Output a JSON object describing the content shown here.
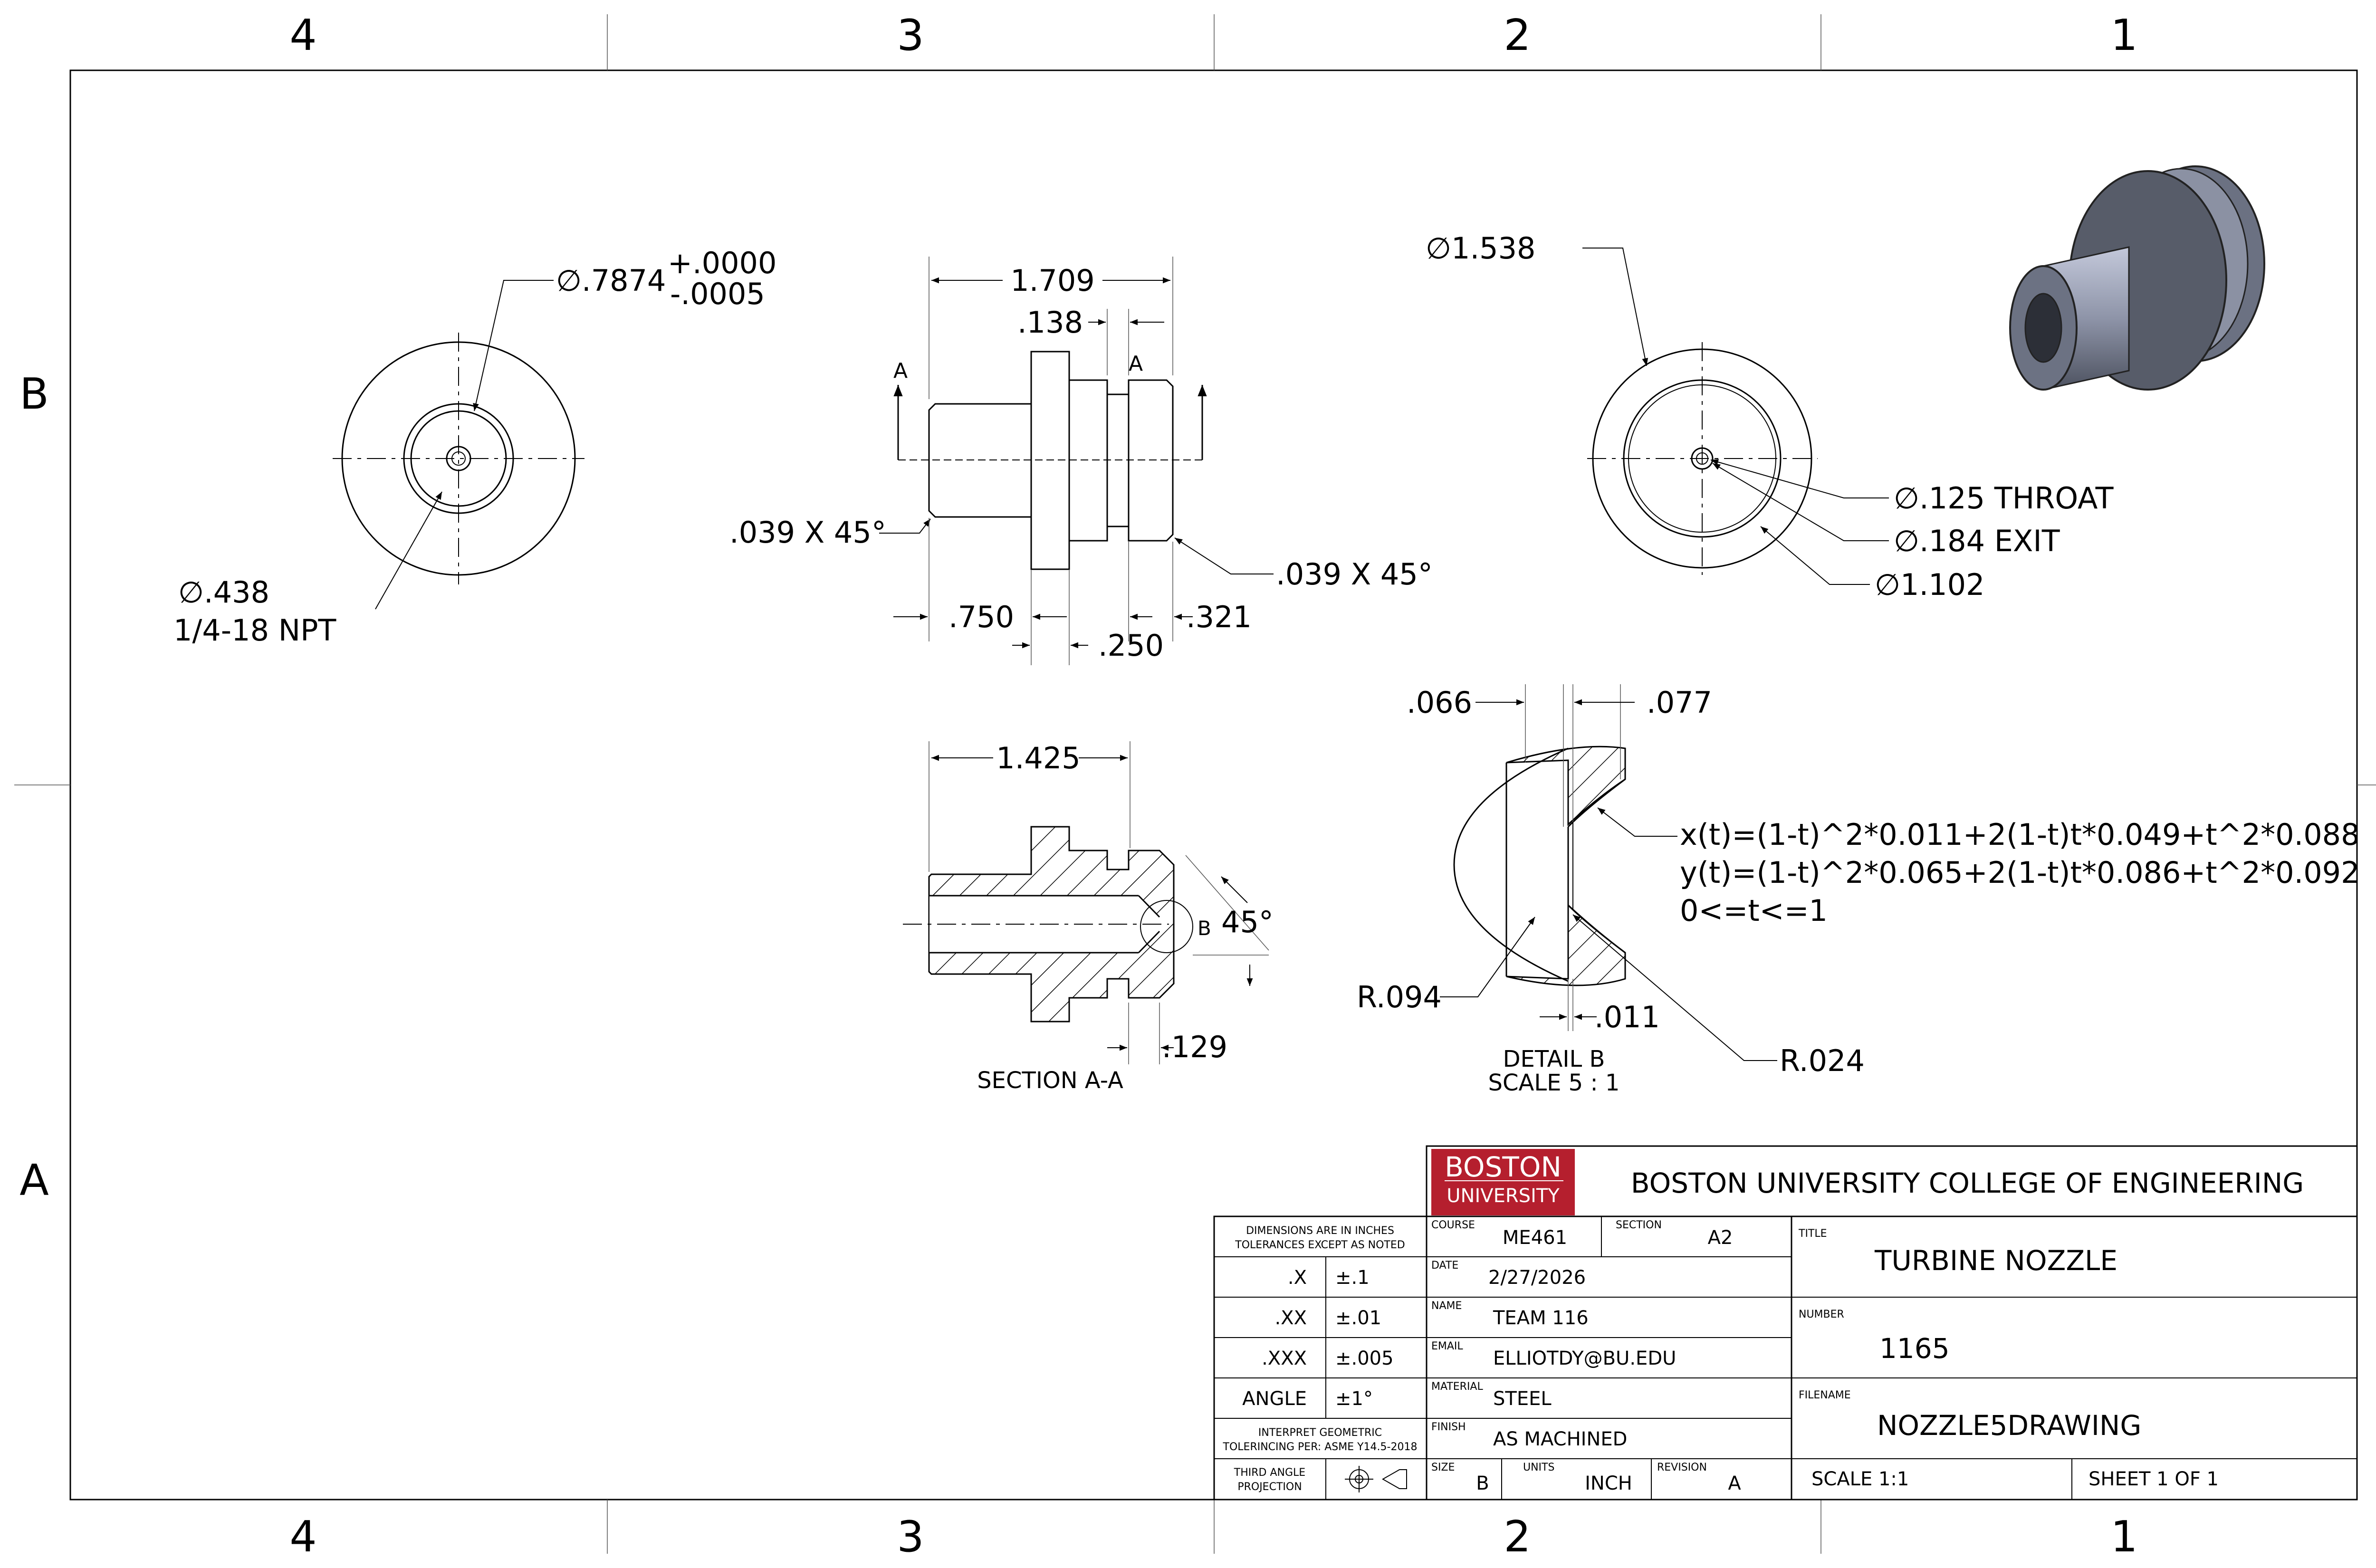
{
  "zones": {
    "columns": [
      "4",
      "3",
      "2",
      "1"
    ],
    "rows": [
      "B",
      "A"
    ]
  },
  "views": {
    "left_view": {
      "bore_dia": "∅.7874",
      "bore_tol_upper": "+.0000",
      "bore_tol_lower": "-.0005",
      "thread_dia": "∅.438",
      "thread_spec": "1/4-18 NPT"
    },
    "front_view": {
      "overall_length": "1.709",
      "groove_width": ".138",
      "section_label_left": "A",
      "section_label_right": "A",
      "chamfer_left": ".039 X 45°",
      "chamfer_right": ".039 X 45°",
      "inlet_length": ".750",
      "flange_width": ".250",
      "outlet_length": ".321"
    },
    "right_view": {
      "flange_dia": "∅1.538",
      "throat_dia": "∅.125 THROAT",
      "exit_dia": "∅.184 EXIT",
      "shoulder_dia": "∅1.102"
    },
    "section_view": {
      "length": "1.425",
      "angle": "45°",
      "depth": ".129",
      "detail_ref": "B",
      "caption": "SECTION A-A"
    },
    "detail_view": {
      "dim_left": ".066",
      "dim_right": ".077",
      "radius_inlet": "R.094",
      "land": ".011",
      "radius_exit": "R.024",
      "curve_x": "x(t)=(1-t)^2*0.011+2(1-t)t*0.049+t^2*0.088",
      "curve_y": "y(t)=(1-t)^2*0.065+2(1-t)t*0.086+t^2*0.092",
      "curve_range": "0<=t<=1",
      "caption": "DETAIL B",
      "scale": "SCALE 5 : 1"
    }
  },
  "title_block": {
    "logo_line1": "BOSTON",
    "logo_line2": "UNIVERSITY",
    "institution": "BOSTON UNIVERSITY COLLEGE OF ENGINEERING",
    "dims_note_1": "DIMENSIONS ARE IN INCHES",
    "dims_note_2": "TOLERANCES EXCEPT AS NOTED",
    "tolerances": [
      {
        "label": ".X",
        "value": "±.1"
      },
      {
        "label": ".XX",
        "value": "±.01"
      },
      {
        "label": ".XXX",
        "value": "±.005"
      },
      {
        "label": "ANGLE",
        "value": "±1°"
      }
    ],
    "interpret_1": "INTERPRET GEOMETRIC",
    "interpret_2": "TOLERINCING PER: ASME Y14.5-2018",
    "projection_1": "THIRD ANGLE",
    "projection_2": "PROJECTION",
    "course_label": "COURSE",
    "course": "ME461",
    "section_label": "SECTION",
    "section": "A2",
    "date_label": "DATE",
    "date": "2/27/2026",
    "name_label": "NAME",
    "name": "TEAM 116",
    "email_label": "EMAIL",
    "email": "ELLIOTDY@BU.EDU",
    "material_label": "MATERIAL",
    "material": "STEEL",
    "finish_label": "FINISH",
    "finish": "AS MACHINED",
    "size_label": "SIZE",
    "size": "B",
    "units_label": "UNITS",
    "units": "INCH",
    "revision_label": "REVISION",
    "revision": "A",
    "title_label": "TITLE",
    "title": "TURBINE NOZZLE",
    "number_label": "NUMBER",
    "number": "1165",
    "filename_label": "FILENAME",
    "filename": "NOZZLE5DRAWING",
    "scale": "SCALE  1:1",
    "sheet": "SHEET  1  OF  1"
  },
  "colors": {
    "logo_red": "#b51f2e",
    "part_grey": "#5c6270",
    "part_light": "#a9afc4"
  }
}
